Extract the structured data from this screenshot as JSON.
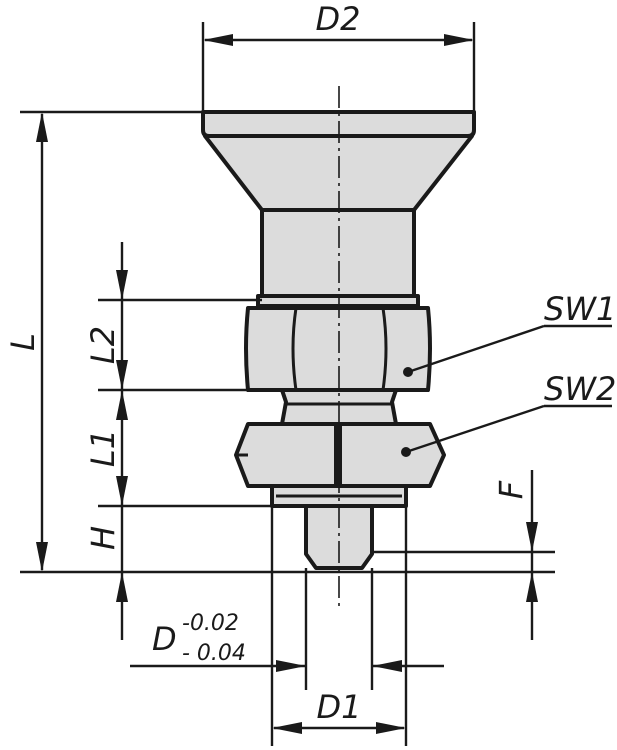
{
  "drawing": {
    "colors": {
      "part_fill": "#dcdcdc",
      "line": "#1a1a1a",
      "background": "#ffffff"
    },
    "labels": {
      "D2": "D2",
      "L": "L",
      "L2": "L2",
      "L1": "L1",
      "H": "H",
      "F": "F",
      "SW1": "SW1",
      "SW2": "SW2",
      "D": "D",
      "D_tol_upper": "-0.02",
      "D_tol_lower": "- 0.04",
      "D1": "D1"
    }
  }
}
